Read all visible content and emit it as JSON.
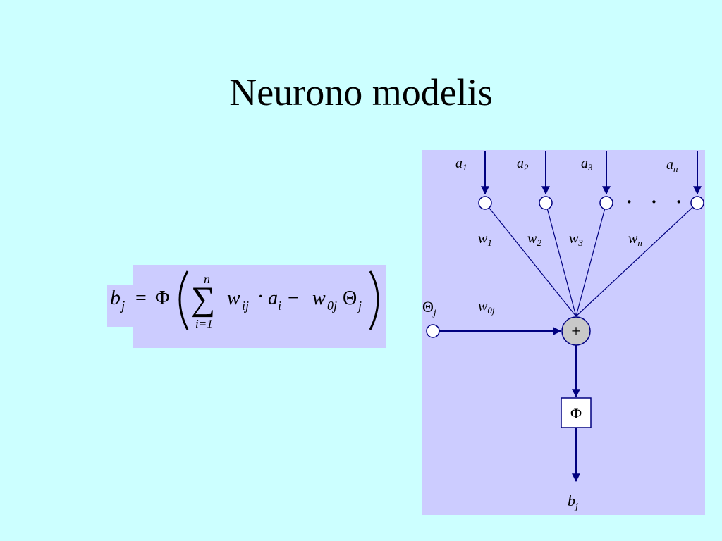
{
  "slide": {
    "title": "Neurono modelis"
  },
  "formula": {
    "lhs": "b",
    "lhs_sub": "j",
    "equals": "=",
    "phi": "Φ",
    "sum_upper": "n",
    "sum_lower": "i=1",
    "w": "w",
    "w_sub": "ij",
    "dot": "·",
    "a": "a",
    "a_sub": "i",
    "minus": "−",
    "w0": "w",
    "w0_sub": "0j",
    "theta": "Θ",
    "theta_sub": "j"
  },
  "diagram": {
    "inputs": [
      {
        "name": "a",
        "sub": "1"
      },
      {
        "name": "a",
        "sub": "2"
      },
      {
        "name": "a",
        "sub": "3"
      },
      {
        "name": "a",
        "sub": "n"
      }
    ],
    "weights": [
      {
        "name": "w",
        "sub": "1"
      },
      {
        "name": "w",
        "sub": "2"
      },
      {
        "name": "w",
        "sub": "3"
      },
      {
        "name": "w",
        "sub": "n"
      }
    ],
    "ellipsis": "· · ·",
    "threshold": {
      "name": "Θ",
      "sub": "j"
    },
    "bias_weight": {
      "name": "w",
      "sub": "0j"
    },
    "sum_symbol": "+",
    "activation": "Φ",
    "output": {
      "name": "b",
      "sub": "j"
    },
    "colors": {
      "line": "#000080",
      "node_fill": "#ffffff",
      "sum_fill": "#c8c8c8",
      "panel": "#ccccff"
    }
  }
}
